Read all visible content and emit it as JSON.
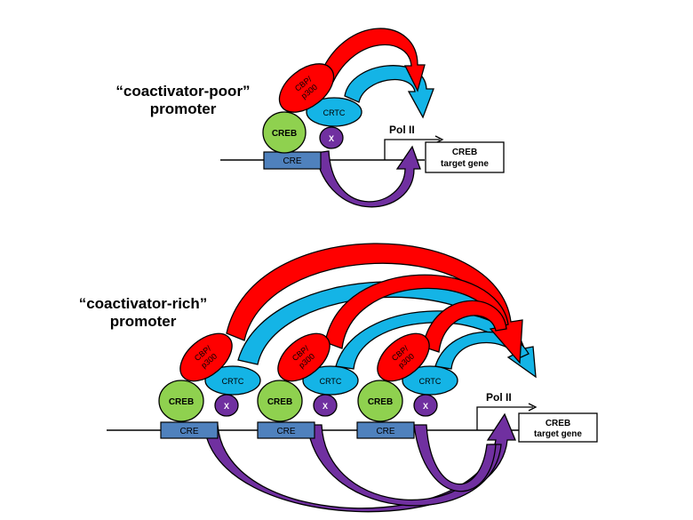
{
  "panels": {
    "poor": {
      "title_line1": "“coactivator-poor”",
      "title_line2": "promoter",
      "cbp_line1": "CBP/",
      "cbp_line2": "p300",
      "crtc": "CRTC",
      "creb": "CREB",
      "x": "X",
      "cre": "CRE",
      "pol": "Pol II",
      "gene_line1": "CREB",
      "gene_line2": "target gene"
    },
    "rich": {
      "title_line1": "“coactivator-rich”",
      "title_line2": "promoter",
      "cbp_line1": "CBP/",
      "cbp_line2": "p300",
      "crtc": "CRTC",
      "creb": "CREB",
      "x": "X",
      "cre": "CRE",
      "pol": "Pol II",
      "gene_line1": "CREB",
      "gene_line2": "target gene"
    }
  },
  "colors": {
    "cbp": "#ff0000",
    "crtc": "#14b4e6",
    "creb": "#8fd14f",
    "x": "#7030a0",
    "cre": "#4f81bd",
    "arrow_red": "#ff0000",
    "arrow_blue": "#14b4e6",
    "arrow_purple": "#7030a0"
  }
}
